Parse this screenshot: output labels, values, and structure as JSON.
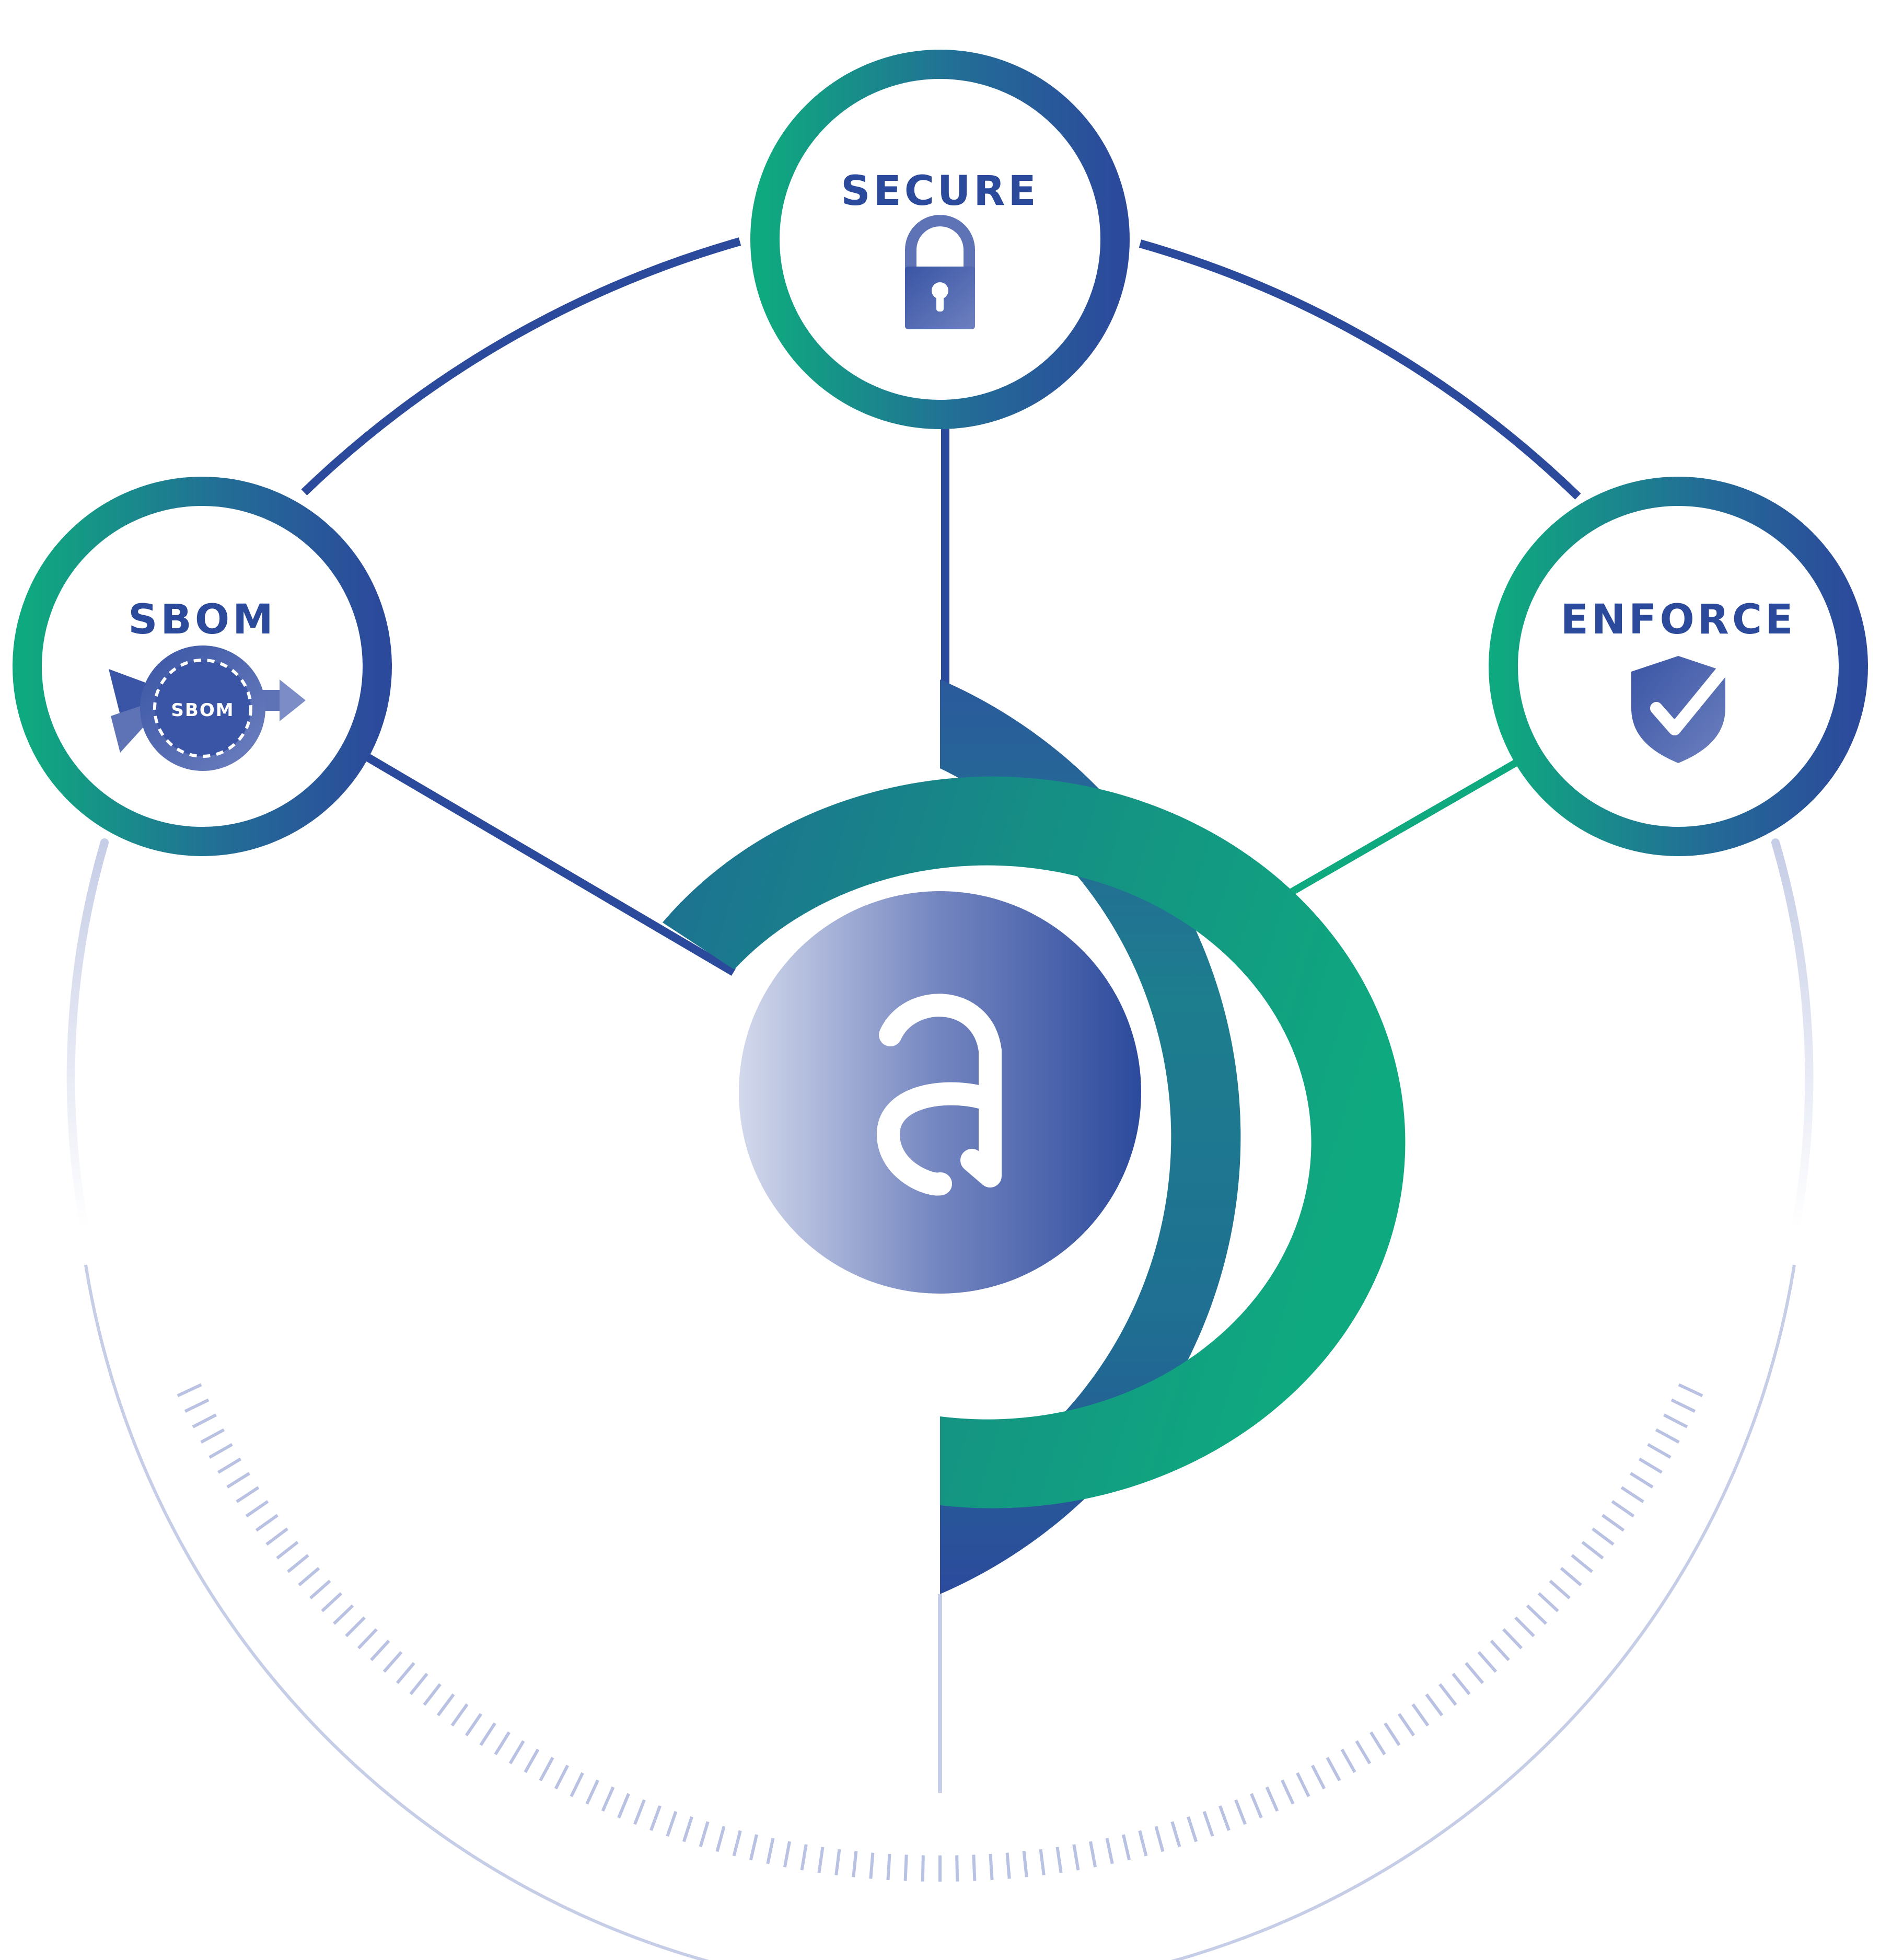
{
  "colors": {
    "navy": "#2c4a9c",
    "teal": "#0fa97f",
    "mid_teal": "#1d7e8e",
    "pale_blue": "#c6cde6",
    "white": "#ffffff"
  },
  "nodes": {
    "secure": {
      "label": "SECURE",
      "icon": "lock-icon"
    },
    "sbom": {
      "label": "SBOM",
      "icon": "sbom-gear-icon",
      "badge_text": "SBOM"
    },
    "enforce": {
      "label": "ENFORCE",
      "icon": "shield-check-icon"
    }
  },
  "center": {
    "logo_letter": "a",
    "icon": "anchore-logo-icon"
  }
}
